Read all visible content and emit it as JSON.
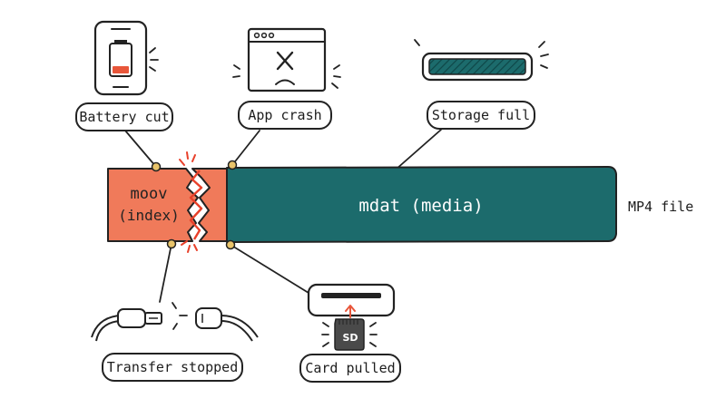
{
  "file": {
    "label": "MP4 file",
    "moov_name": "moov",
    "moov_sub": "(index)",
    "mdat_label": "mdat (media)"
  },
  "causes": {
    "battery": "Battery cut",
    "crash": "App crash",
    "storage": "Storage full",
    "transfer": "Transfer stopped",
    "card": "Card pulled"
  },
  "sd_label": "SD",
  "colors": {
    "moov": "#F07A5A",
    "mdat": "#1C6B6C",
    "ink": "#222222",
    "break_mark": "#E8402A",
    "battery_low": "#E8563A",
    "node": "#E9C46A"
  },
  "icons": [
    "phone-battery-icon",
    "app-crash-window-icon",
    "full-storage-bar-icon",
    "usb-cable-unplugged-icon",
    "sd-card-slot-icon"
  ]
}
